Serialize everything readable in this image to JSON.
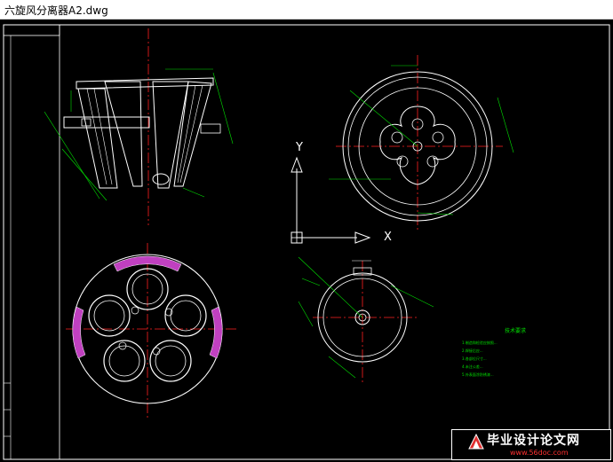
{
  "window": {
    "title": "六旋风分离器A2.dwg"
  },
  "ucs": {
    "y_label": "Y",
    "x_label": "X"
  },
  "tech_notes": {
    "title": "技术要求",
    "lines": [
      "1.制造和检验应按照...",
      "2.焊接后应...",
      "3.各部位尺寸...",
      "4.未注公差...",
      "5.外表面涂防锈漆..."
    ]
  },
  "watermark": {
    "text": "毕业设计论文网",
    "url": "www.56doc.com"
  },
  "colors": {
    "background": "#000000",
    "lines": "#ffffff",
    "center_lines": "#ff2020",
    "dimensions": "#00e000",
    "hatch": "#c040c0"
  }
}
